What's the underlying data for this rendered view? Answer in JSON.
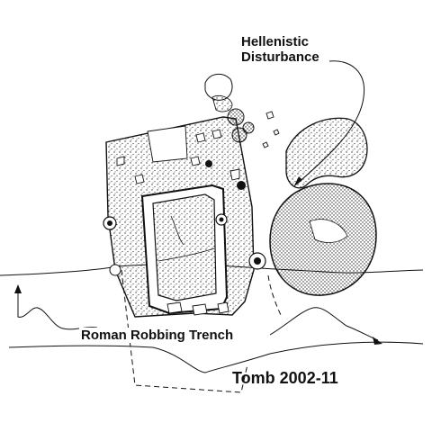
{
  "labels": {
    "hellenistic_line1": "Hellenistic",
    "hellenistic_line2": "Disturbance",
    "roman_trench": "Roman Robbing Trench",
    "tomb_id": "Tomb 2002-11"
  },
  "colors": {
    "ink": "#111111",
    "stipple": "#333333",
    "paper": "#ffffff"
  }
}
